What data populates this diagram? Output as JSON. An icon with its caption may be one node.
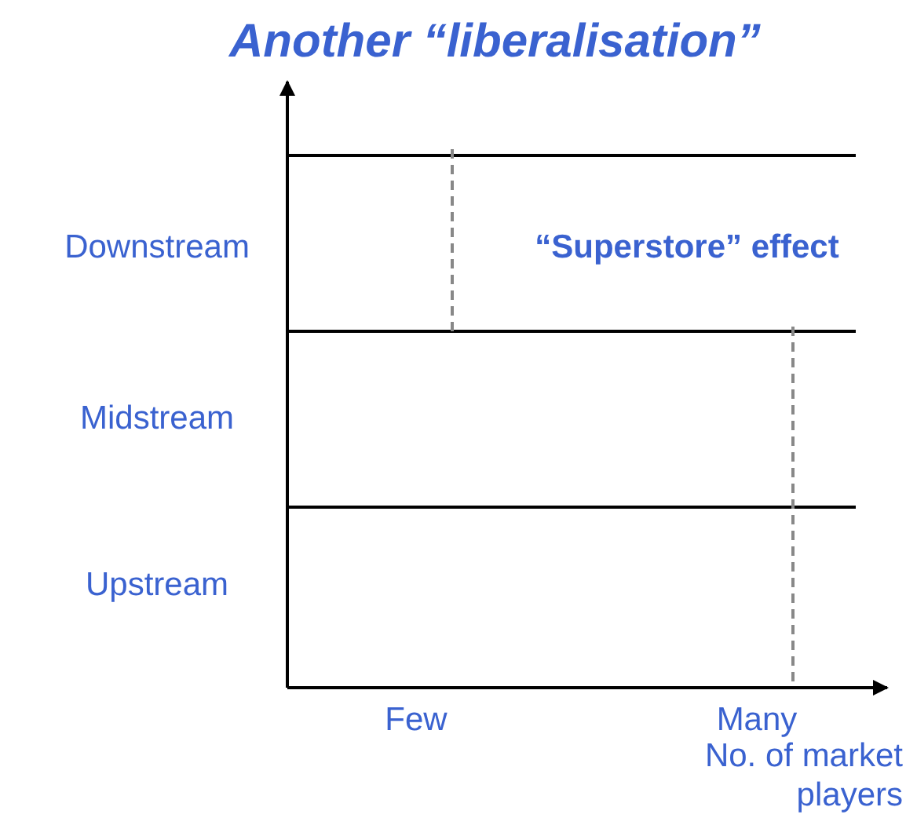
{
  "diagram": {
    "title": "Another “liberalisation”",
    "labels": [
      "Downstream",
      "“Superstore” effect",
      "Midstream",
      "Upstream",
      "Few",
      "Many",
      "No. of market players"
    ]
  }
}
